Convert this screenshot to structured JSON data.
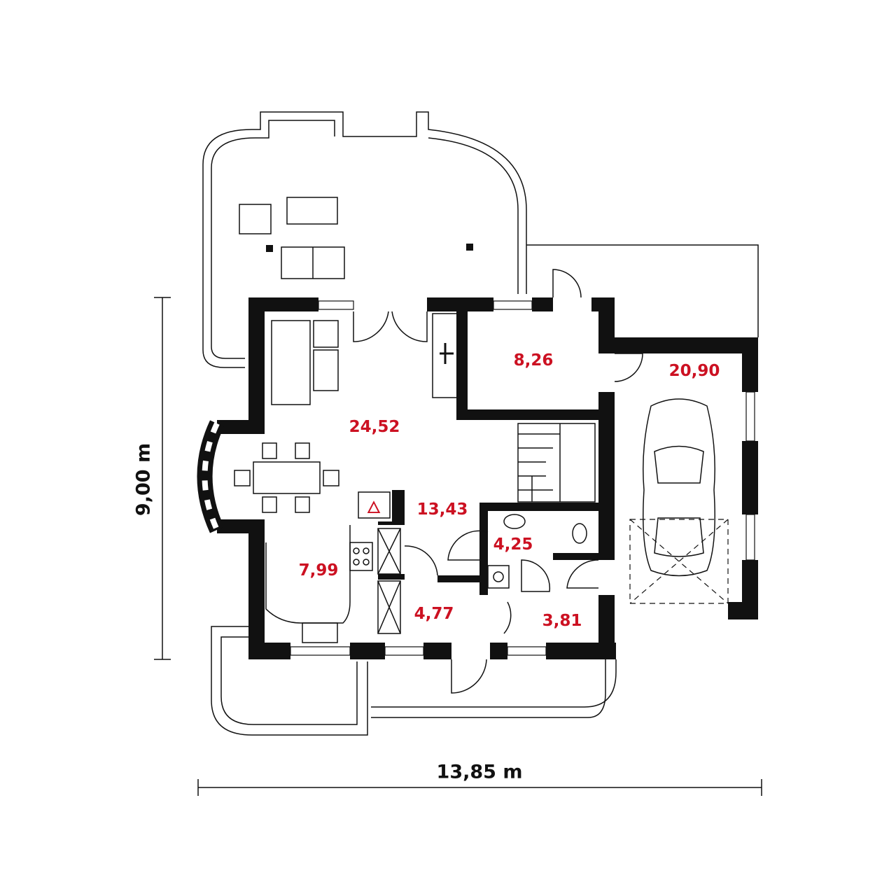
{
  "plan": {
    "rooms": [
      {
        "id": "living",
        "area": "24,52"
      },
      {
        "id": "room-top",
        "area": "8,26"
      },
      {
        "id": "garage",
        "area": "20,90"
      },
      {
        "id": "hall",
        "area": "13,43"
      },
      {
        "id": "bathroom",
        "area": "4,25"
      },
      {
        "id": "kitchen",
        "area": "7,99"
      },
      {
        "id": "entry",
        "area": "4,77"
      },
      {
        "id": "utility",
        "area": "3,81"
      }
    ],
    "dimensions": {
      "height": "9,00 m",
      "width": "13,85 m"
    },
    "colors": {
      "area_label": "#cc1122",
      "walls": "#111111"
    }
  }
}
